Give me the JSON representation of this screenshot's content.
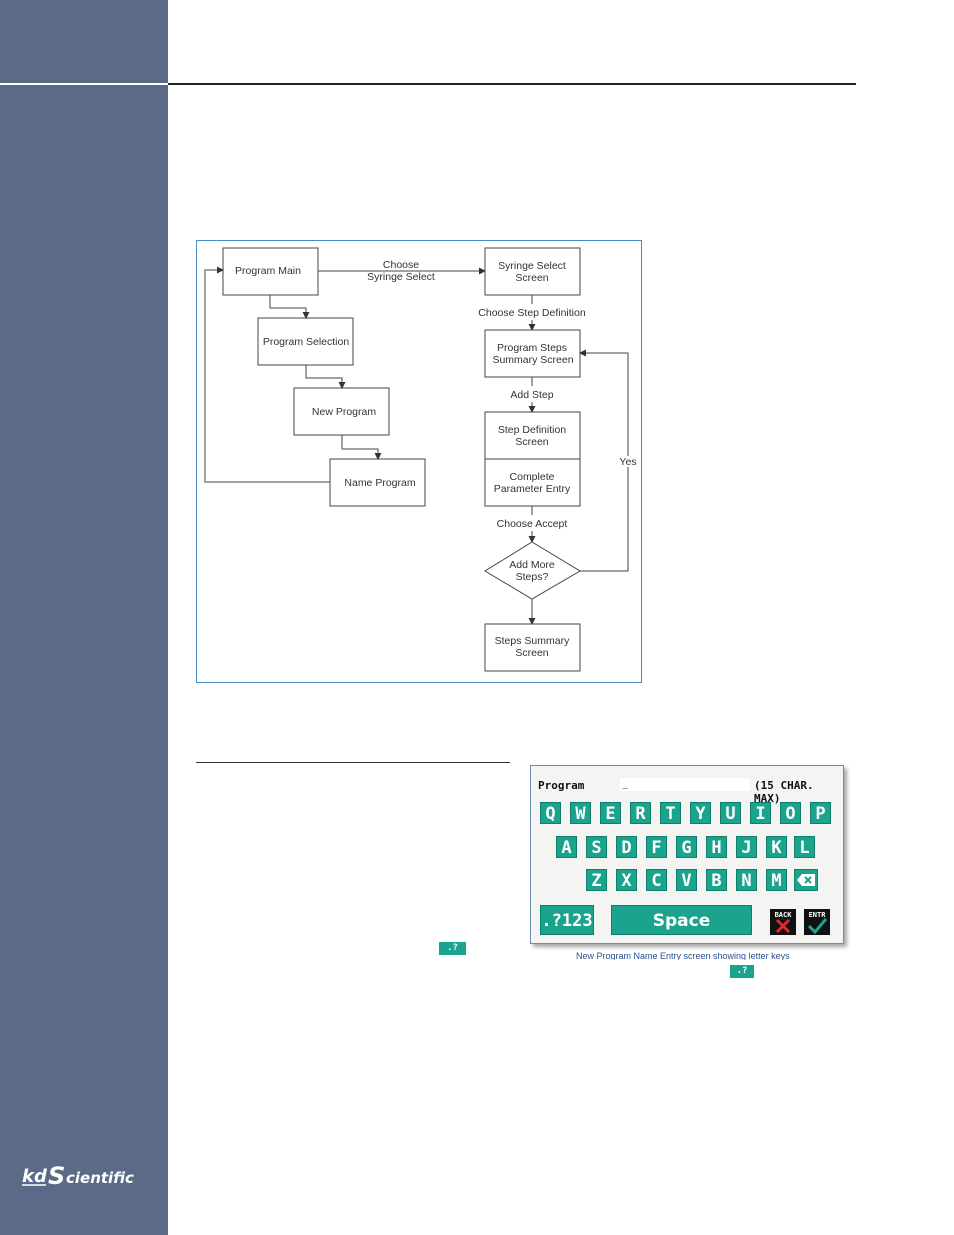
{
  "flowchart": {
    "nodes": {
      "program_main": "Program Main",
      "program_selection": "Program Selection",
      "new_program": "New Program",
      "name_program": "Name Program",
      "syringe_select_1": "Syringe Select",
      "syringe_select_2": "Screen",
      "summary_1": "Program Steps",
      "summary_2": "Summary Screen",
      "step_def_1": "Step Definition",
      "step_def_2": "Screen",
      "complete_1": "Complete",
      "complete_2": "Parameter Entry",
      "decision_1": "Add More",
      "decision_2": "Steps?",
      "final_1": "Steps Summary",
      "final_2": "Screen"
    },
    "labels": {
      "choose_1": "Choose",
      "choose_2": "Syringe Select",
      "choose_step_definition": "Choose Step Definition",
      "add_step": "Add Step",
      "choose_accept": "Choose Accept",
      "yes": "Yes"
    }
  },
  "keyboard": {
    "program_label": "Program",
    "program_value": "_",
    "max_label": "(15 CHAR. MAX)",
    "row1": [
      "Q",
      "W",
      "E",
      "R",
      "T",
      "Y",
      "U",
      "I",
      "O",
      "P"
    ],
    "row2": [
      "A",
      "S",
      "D",
      "F",
      "G",
      "H",
      "J",
      "K",
      "L"
    ],
    "row3": [
      "Z",
      "X",
      "C",
      "V",
      "B",
      "N",
      "M"
    ],
    "symbols_key": ".?123",
    "space_key": "Space",
    "back_key": "BACK",
    "enter_key": "ENTR"
  },
  "caption": "New Program Name Entry screen showing letter keys",
  "inline_key_1": ".?123",
  "inline_key_2": ".?123",
  "colors": {
    "sidebar": "#5b6b87",
    "key_teal": "#1aa48e",
    "frame_blue": "#4a8bc4"
  }
}
